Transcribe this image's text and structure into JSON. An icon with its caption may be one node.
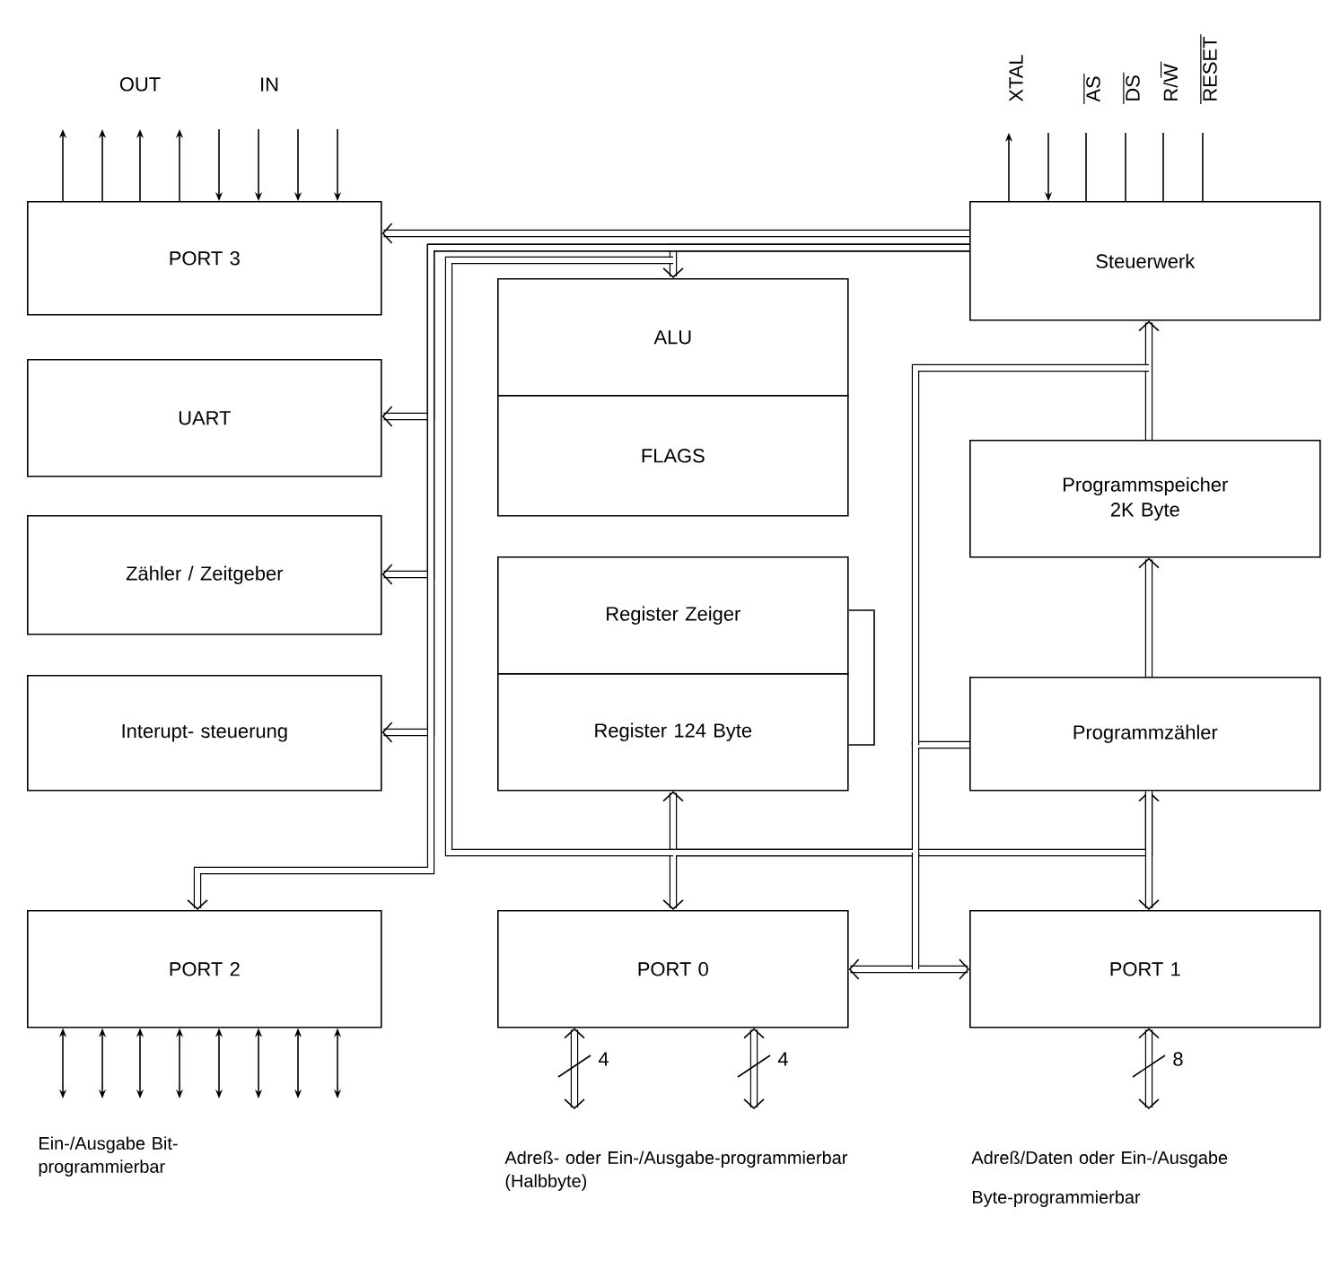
{
  "diagram": {
    "nodes": [
      {
        "text": [
          "PORT 3"
        ]
      },
      {
        "text": [
          "UART"
        ]
      },
      {
        "text": [
          "Zähler / Zeitgeber"
        ]
      },
      {
        "text": [
          "Interupt- steuerung"
        ]
      },
      {
        "text": [
          "ALU"
        ]
      },
      {
        "text": [
          "FLAGS"
        ]
      },
      {
        "text": [
          "Register Zeiger"
        ]
      },
      {
        "text": [
          "Register 124 Byte"
        ]
      },
      {
        "text": [
          "Steuerwerk"
        ]
      },
      {
        "text": [
          "Programmspeicher 2K Byte"
        ]
      },
      {
        "text": [
          "Programmzähler"
        ]
      },
      {
        "text": [
          "PORT 2"
        ]
      },
      {
        "text": [
          "PORT 0"
        ]
      },
      {
        "text": [
          "PORT 1"
        ]
      }
    ],
    "edges": [
      {
        "from": 8,
        "to": 0,
        "arrow": "to",
        "style": "thick"
      },
      {
        "from": 8,
        "to": 4,
        "arrow": "to",
        "style": "thick"
      },
      {
        "from": 8,
        "to": 1,
        "arrow": "to",
        "style": "thick"
      },
      {
        "from": 8,
        "to": 2,
        "arrow": "to",
        "style": "thick"
      },
      {
        "from": 8,
        "to": 3,
        "arrow": "to",
        "style": "thick"
      },
      {
        "from": 8,
        "to": 11,
        "arrow": "to",
        "style": "thick"
      },
      {
        "from": 7,
        "to": 10,
        "arrow": "both",
        "style": "thick"
      },
      {
        "from": 10,
        "to": 12,
        "arrow": "to",
        "style": "thick"
      },
      {
        "from": 10,
        "to": 13,
        "arrow": "to",
        "style": "thick"
      },
      {
        "from": 12,
        "to": 13,
        "arrow": "both",
        "style": "thick"
      },
      {
        "from": 10,
        "to": 9,
        "arrow": "to",
        "style": "thick"
      },
      {
        "from": 9,
        "to": 8,
        "arrow": "to",
        "style": "thick"
      },
      {
        "from": 6,
        "to": 7,
        "arrow": "none"
      },
      {
        "from": 0,
        "to": null,
        "arrow": "to"
      },
      {
        "from": 0,
        "to": null,
        "arrow": "to"
      },
      {
        "from": 0,
        "to": null,
        "arrow": "to"
      },
      {
        "from": 0,
        "to": null,
        "arrow": "to"
      },
      {
        "from": null,
        "to": 0,
        "arrow": "to"
      },
      {
        "from": null,
        "to": 0,
        "arrow": "to"
      },
      {
        "from": null,
        "to": 0,
        "arrow": "to"
      },
      {
        "from": null,
        "to": 0,
        "arrow": "to"
      },
      {
        "from": 8,
        "to": null,
        "arrow": "to"
      },
      {
        "from": null,
        "to": 8,
        "arrow": "to"
      },
      {
        "from": null,
        "to": 8,
        "arrow": "none"
      },
      {
        "from": null,
        "to": 8,
        "arrow": "none"
      },
      {
        "from": null,
        "to": 8,
        "arrow": "none"
      },
      {
        "from": null,
        "to": 8,
        "arrow": "none"
      },
      {
        "from": 11,
        "to": null,
        "arrow": "both"
      },
      {
        "from": 11,
        "to": null,
        "arrow": "both"
      },
      {
        "from": 11,
        "to": null,
        "arrow": "both"
      },
      {
        "from": 11,
        "to": null,
        "arrow": "both"
      },
      {
        "from": 11,
        "to": null,
        "arrow": "both"
      },
      {
        "from": 11,
        "to": null,
        "arrow": "both"
      },
      {
        "from": 11,
        "to": null,
        "arrow": "both"
      },
      {
        "from": 11,
        "to": null,
        "arrow": "both"
      },
      {
        "from": 12,
        "to": null,
        "arrow": "both",
        "style": "thick",
        "label": "4"
      },
      {
        "from": 12,
        "to": null,
        "arrow": "both",
        "style": "thick",
        "label": "4"
      },
      {
        "from": 13,
        "to": null,
        "arrow": "both",
        "style": "thick",
        "label": "8"
      }
    ],
    "labels": [
      "OUT",
      "IN",
      "XTAL",
      "AS",
      "DS",
      "R/W",
      "RESET",
      "Ein-/Ausgabe Bit-programmierbar",
      "Adreß- oder Ein-/Ausgabe-programmierbar (Halbbyte)",
      "Adreß/Daten oder Ein-/Ausgabe",
      "Byte-programmierbar"
    ]
  }
}
